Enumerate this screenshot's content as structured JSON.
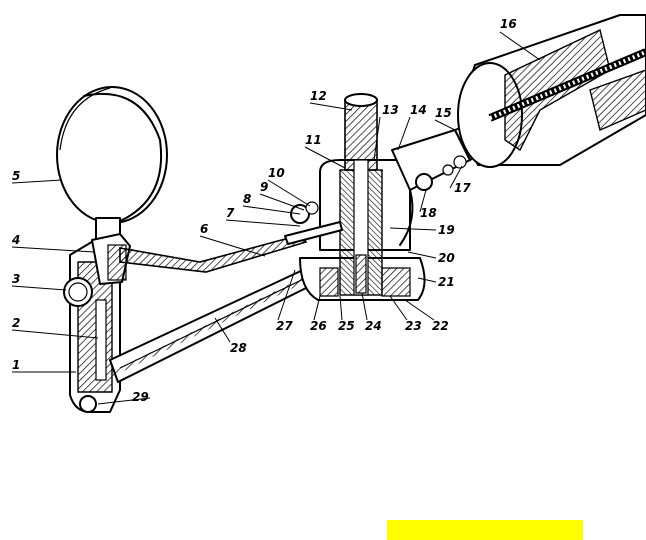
{
  "figure": {
    "colors": {
      "ink": "#000000",
      "paper": "#ffffff",
      "highlight": "#ffff00"
    },
    "part_numbers": [
      "1",
      "2",
      "3",
      "4",
      "5",
      "6",
      "7",
      "8",
      "9",
      "10",
      "11",
      "12",
      "13",
      "14",
      "15",
      "16",
      "17",
      "18",
      "19",
      "20",
      "21",
      "22",
      "23",
      "24",
      "25",
      "26",
      "27",
      "28",
      "29"
    ]
  }
}
